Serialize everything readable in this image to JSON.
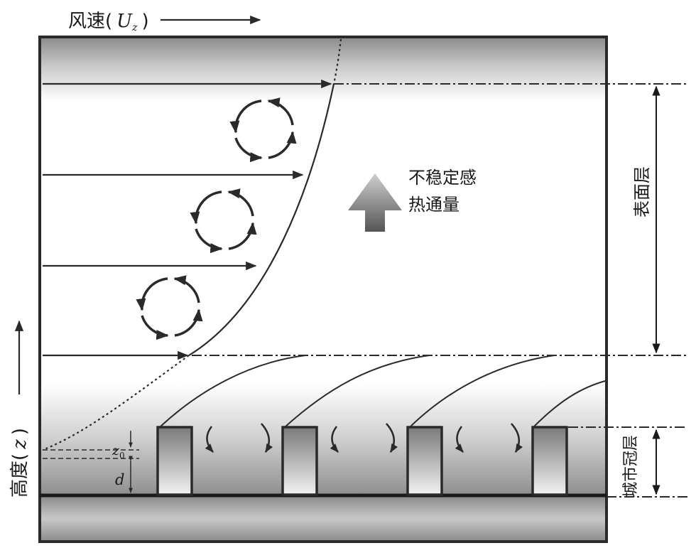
{
  "wind": {
    "prefix": "风速(",
    "symbol": "U",
    "subscript": "z",
    "suffix": ")"
  },
  "height": {
    "prefix": "高度(",
    "symbol": "z",
    "suffix": ")"
  },
  "flux": {
    "line1": "不稳定感",
    "line2": "热通量"
  },
  "layers": {
    "surface": "表面层",
    "canopy": "城市冠层"
  },
  "symbols": {
    "z0_base": "z",
    "z0_sub": "0",
    "d": "d"
  },
  "colors": {
    "ink": "#2a2a2a",
    "shade": "#8a8a8a",
    "arrow_gray": "#666666"
  },
  "icons": [
    "eddy-icon",
    "turbulence-arc-icon",
    "up-arrow-icon"
  ]
}
